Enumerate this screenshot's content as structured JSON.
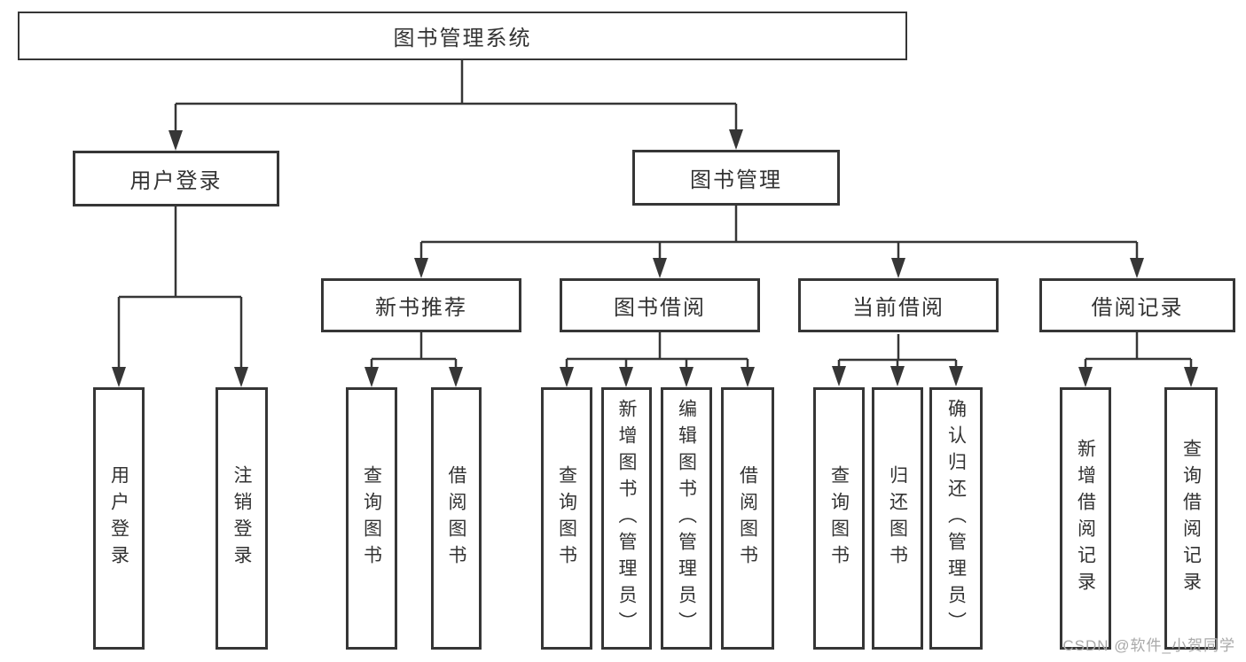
{
  "diagram": {
    "title": "图书管理系统",
    "nodes": {
      "root": {
        "label": "图书管理系统"
      },
      "user_login": {
        "label": "用户登录"
      },
      "book_mgmt": {
        "label": "图书管理"
      },
      "new_book_rec": {
        "label": "新书推荐"
      },
      "book_borrow": {
        "label": "图书借阅"
      },
      "current_borrow": {
        "label": "当前借阅"
      },
      "borrow_record": {
        "label": "借阅记录"
      },
      "leaf_user_login": {
        "label": "用户登录"
      },
      "leaf_logout": {
        "label": "注销登录"
      },
      "leaf_query_books_rec": {
        "label": "查询图书"
      },
      "leaf_borrow_books_rec": {
        "label": "借阅图书"
      },
      "leaf_query_books_bb": {
        "label": "查询图书"
      },
      "leaf_add_books": {
        "label": "新增图书（管理员）"
      },
      "leaf_edit_books": {
        "label": "编辑图书（管理员）"
      },
      "leaf_borrow_books_bb": {
        "label": "借阅图书"
      },
      "leaf_query_books_cur": {
        "label": "查询图书"
      },
      "leaf_return_books": {
        "label": "归还图书"
      },
      "leaf_confirm_return": {
        "label": "确认归还（管理员）"
      },
      "leaf_add_borrow_record": {
        "label": "新增借阅记录"
      },
      "leaf_query_borrow_record": {
        "label": "查询借阅记录"
      }
    },
    "hierarchy": {
      "图书管理系统": {
        "用户登录": [
          "用户登录",
          "注销登录"
        ],
        "图书管理": {
          "新书推荐": [
            "查询图书",
            "借阅图书"
          ],
          "图书借阅": [
            "查询图书",
            "新增图书（管理员）",
            "编辑图书（管理员）",
            "借阅图书"
          ],
          "当前借阅": [
            "查询图书",
            "归还图书",
            "确认归还（管理员）"
          ],
          "借阅记录": [
            "新增借阅记录",
            "查询借阅记录"
          ]
        }
      }
    },
    "colors": {
      "line": "#363636",
      "text": "#333333",
      "box_background": "#ffffff",
      "watermark": "#a9a9a9"
    }
  },
  "watermark": "CSDN @软件_小贺同学"
}
